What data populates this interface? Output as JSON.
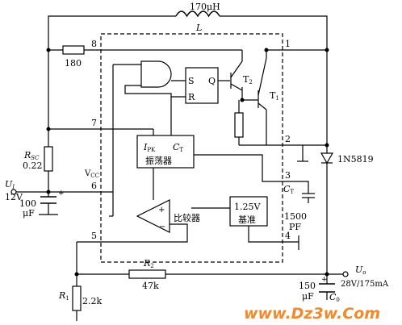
{
  "diagram": {
    "inductor": {
      "value": "170μH",
      "name": "L"
    },
    "resistor_r180": {
      "value": "180"
    },
    "resistor_rsc": {
      "name": "R",
      "name_sub": "SC",
      "value": "0.22"
    },
    "input": {
      "name": "U",
      "name_sub": "I",
      "voltage": "12V"
    },
    "input_cap": {
      "value": "100",
      "unit": "μF"
    },
    "vcc_label": {
      "text": "V",
      "sub": "CC"
    },
    "pins": {
      "p1": "1",
      "p2": "2",
      "p3": "3",
      "p4": "4",
      "p5": "5",
      "p6": "6",
      "p7": "7",
      "p8": "8"
    },
    "gate": {
      "s": "S",
      "r": "R",
      "q": "Q"
    },
    "transistors": {
      "t2": "T",
      "t2_sub": "2",
      "t1": "T",
      "t1_sub": "1"
    },
    "oscillator": {
      "ipk": "I",
      "ipk_sub": "PK",
      "ct": "C",
      "ct_sub": "T",
      "name": "振荡器"
    },
    "comparator": {
      "name": "比较器"
    },
    "reference": {
      "voltage": "1.25V",
      "name": "基准"
    },
    "ct_cap": {
      "name": "C",
      "name_sub": "T",
      "value": "1500",
      "unit": "PF"
    },
    "diode": {
      "part": "1N5819"
    },
    "r2": {
      "name": "R",
      "name_sub": "2",
      "value": "47k"
    },
    "r1": {
      "name": "R",
      "name_sub": "1",
      "value": "2.2k"
    },
    "output_cap": {
      "value": "150",
      "unit": "μF",
      "name": "C",
      "name_sub": "0"
    },
    "output": {
      "name": "U",
      "name_sub": "o",
      "spec": "28V/175mA"
    },
    "watermark": "www.Dz3w.Com"
  }
}
